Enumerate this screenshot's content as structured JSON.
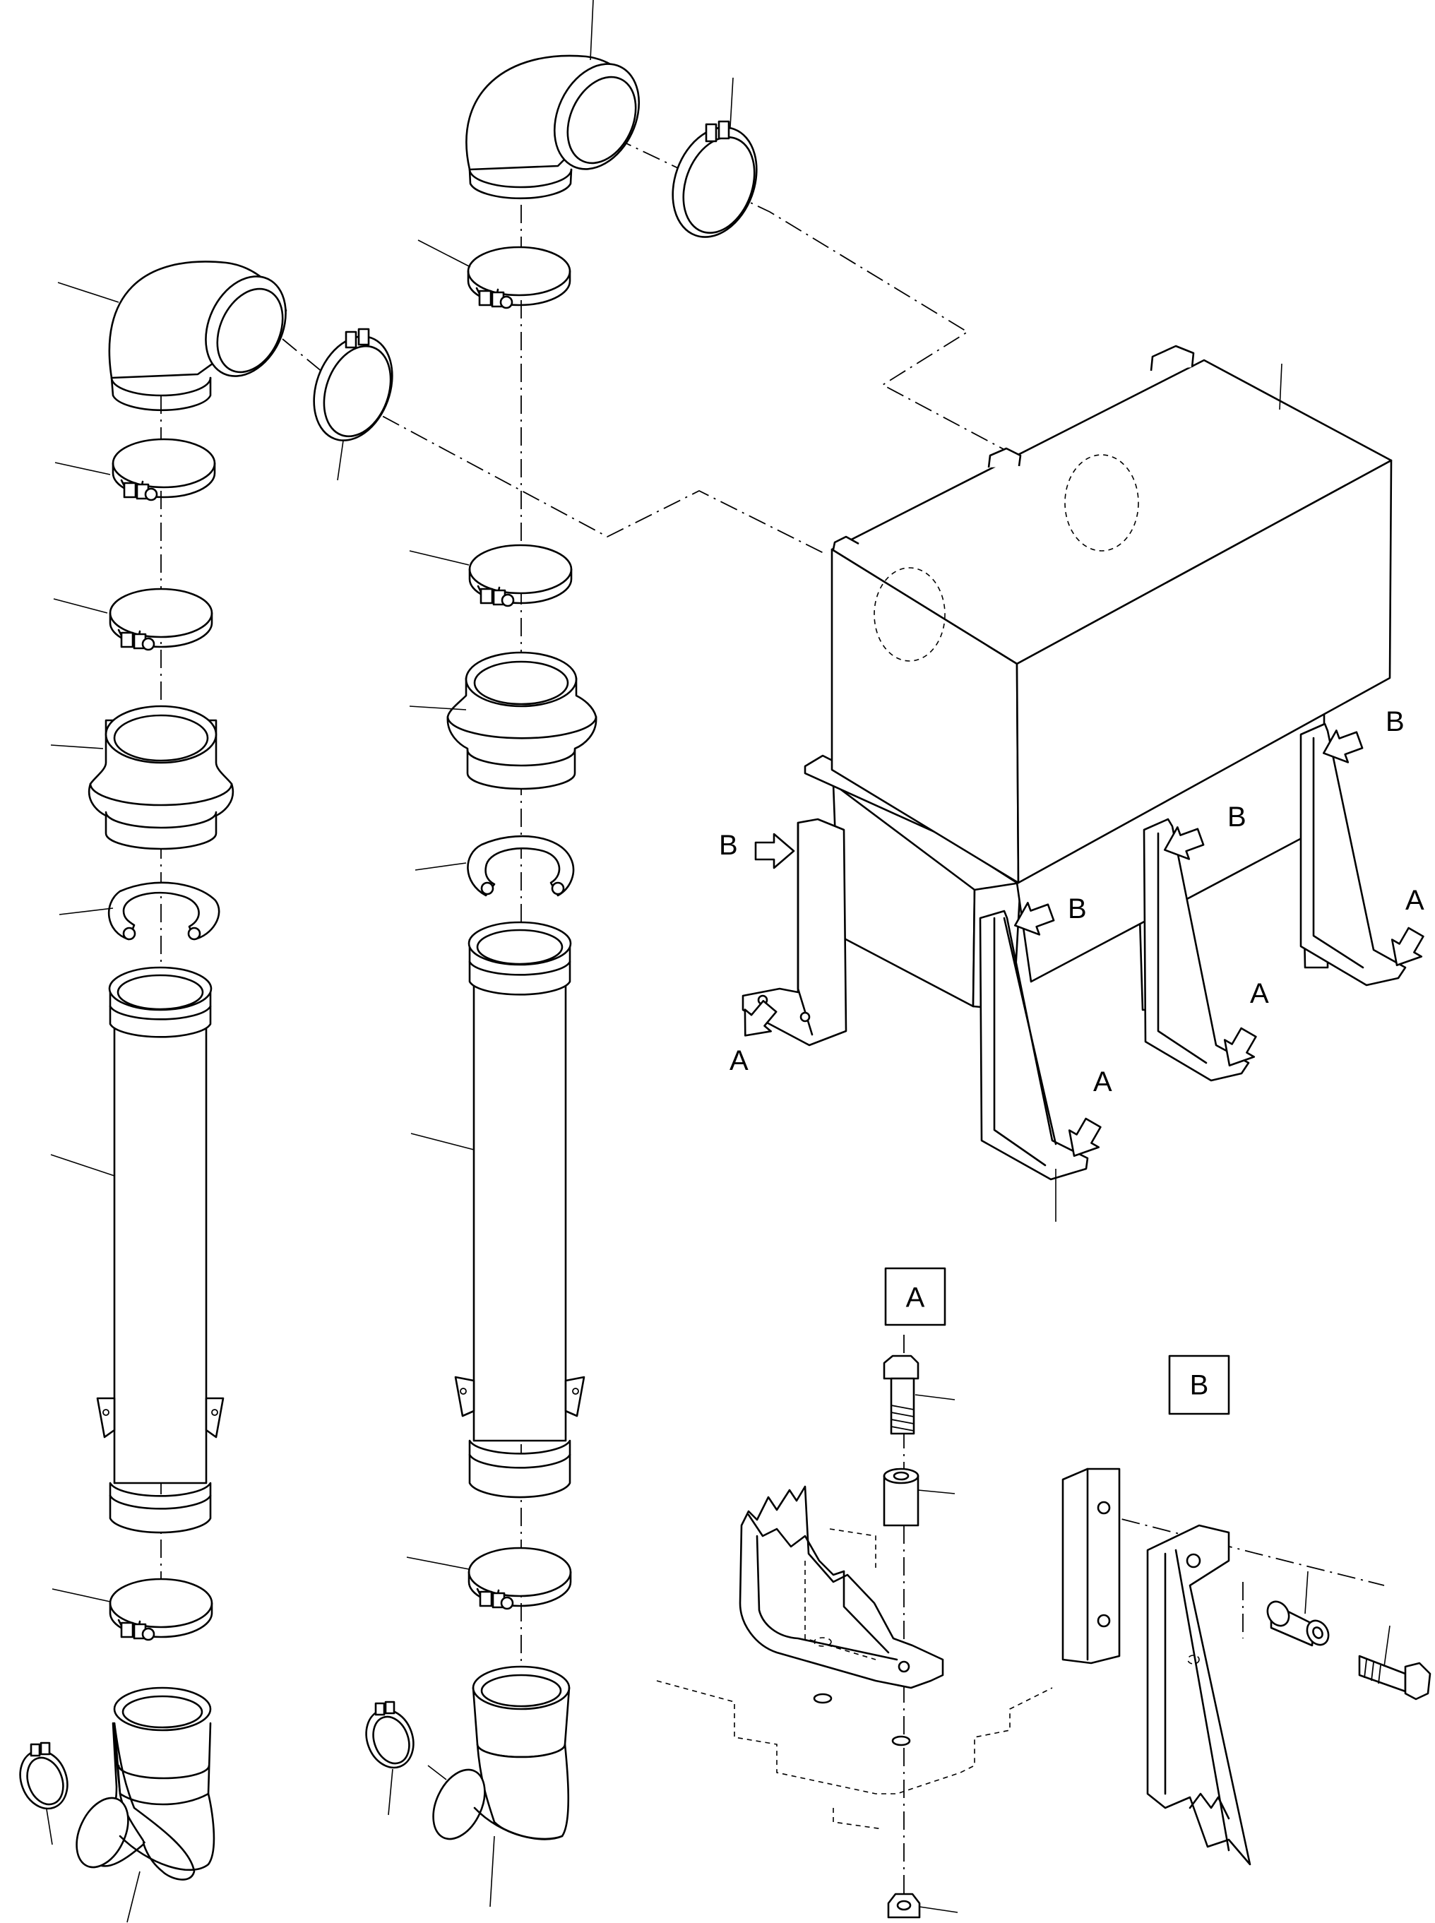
{
  "drawing": {
    "detail_labels": {
      "a": "A",
      "b": "B"
    },
    "view_boxes": {
      "a": "A",
      "b": "B"
    }
  }
}
